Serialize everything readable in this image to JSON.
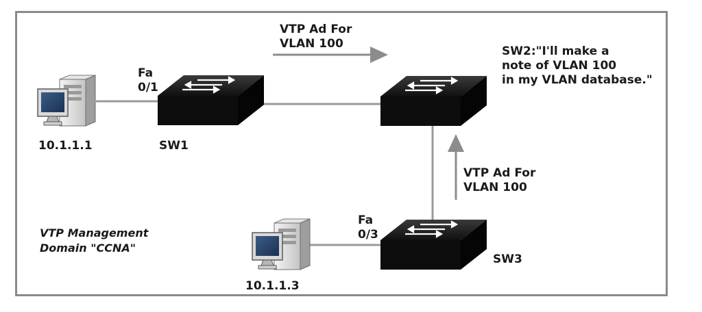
{
  "devices": {
    "pc1": {
      "ip": "10.1.1.1"
    },
    "pc3": {
      "ip": "10.1.1.3"
    },
    "sw1": {
      "name": "SW1"
    },
    "sw3": {
      "name": "SW3"
    }
  },
  "ports": {
    "sw1_port": {
      "line1": "Fa",
      "line2": "0/1"
    },
    "sw3_port": {
      "line1": "Fa",
      "line2": "0/3"
    }
  },
  "advertisements": {
    "top": {
      "line1": "VTP Ad For",
      "line2": "VLAN 100"
    },
    "right": {
      "line1": "VTP Ad For",
      "line2": "VLAN 100"
    }
  },
  "sw2_quote": {
    "line1": "SW2:\"I'll make a",
    "line2": "note of VLAN 100",
    "line3": "in my VLAN database.\""
  },
  "domain": {
    "line1": "VTP Management",
    "line2": "Domain \"CCNA\""
  },
  "colors": {
    "switch_body": "#0d0d0d",
    "link_line": "#9a9a9a",
    "arrow": "#8c8c8c",
    "border": "#8a8a8a"
  }
}
